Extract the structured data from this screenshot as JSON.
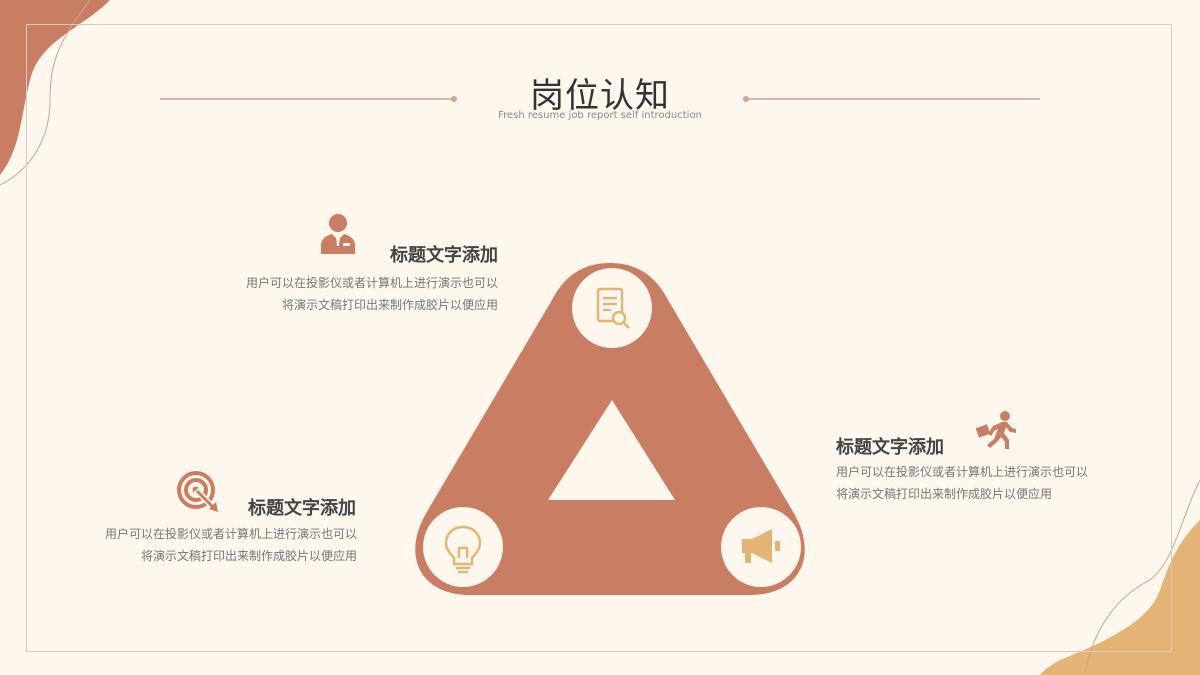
{
  "header": {
    "title": "岗位认知",
    "subtitle": "Fresh resume job report self introduction"
  },
  "blocks": [
    {
      "title": "标题文字添加",
      "line1": "用户可以在投影仪或者计算机上进行演示也可以",
      "line2": "将演示文稿打印出来制作成胶片以便应用",
      "icon": "businessman-icon"
    },
    {
      "title": "标题文字添加",
      "line1": "用户可以在投影仪或者计算机上进行演示也可以",
      "line2": "将演示文稿打印出来制作成胶片以便应用",
      "icon": "target-icon"
    },
    {
      "title": "标题文字添加",
      "line1": "用户可以在投影仪或者计算机上进行演示也可以",
      "line2": "将演示文稿打印出来制作成胶片以便应用",
      "icon": "running-man-icon"
    }
  ],
  "triangle_icons": [
    "document-search-icon",
    "lightbulb-icon",
    "megaphone-icon"
  ],
  "colors": {
    "background": "#fdf7ee",
    "accent": "#c97e63",
    "accent_light": "#e8b98b",
    "icon_gold": "#e3b476",
    "text_dark": "#444444",
    "text_gray": "#777777"
  }
}
